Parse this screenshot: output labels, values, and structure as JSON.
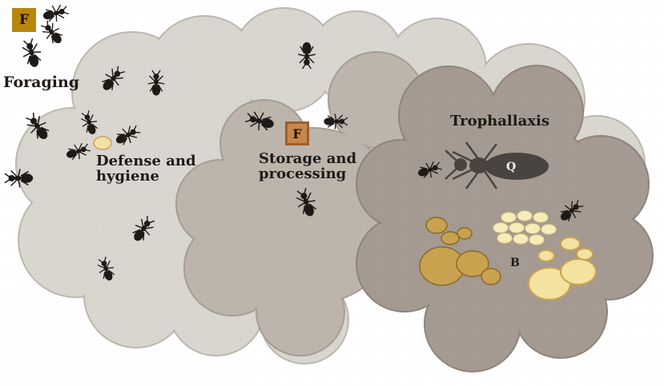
{
  "zones": {
    "foraging": "Foraging",
    "defense_line1": "Defense and",
    "defense_line2": "hygiene",
    "storage_line1": "Storage and",
    "storage_line2": "processing",
    "trophallaxis": "Trophallaxis"
  },
  "badges": {
    "food_outside": "F",
    "food_stored": "F"
  },
  "markers": {
    "queen": "Q",
    "brood": "B"
  },
  "colors": {
    "outer_chamber": "#d9d5cf",
    "middle_chamber": "#bdb4ac",
    "inner_chamber": "#a59a91",
    "ant": "#1e1a17",
    "larvae": "#c9a24f",
    "eggs": "#f6ecb8",
    "food_badge": "#b8860b"
  }
}
